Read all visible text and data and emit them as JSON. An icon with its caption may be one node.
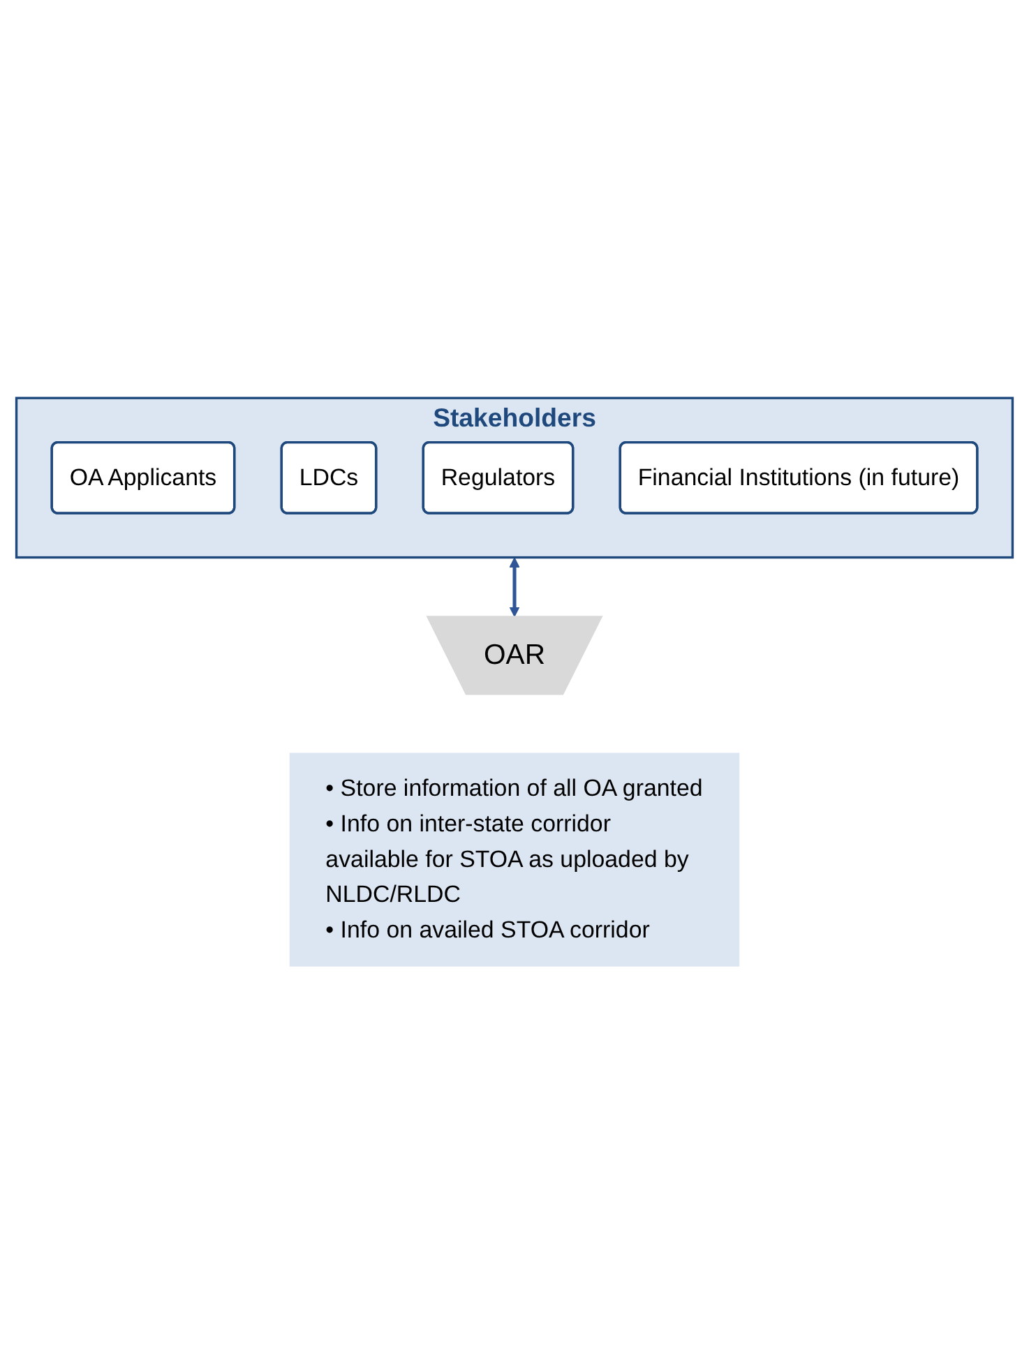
{
  "diagram": {
    "nodes": [
      {
        "text": [
          "Stakeholders"
        ]
      },
      {
        "text": [
          "OA Applicants"
        ],
        "in": 0
      },
      {
        "text": [
          "LDCs"
        ],
        "in": 0
      },
      {
        "text": [
          "Regulators"
        ],
        "in": 0
      },
      {
        "text": [
          "Financial Institutions (in future)"
        ],
        "in": 0
      },
      {
        "text": [
          "OAR"
        ]
      },
      {
        "text": [
          "• Store information of all OA granted",
          "• Info on inter-state corridor available for STOA as uploaded by NLDC/RLDC",
          "• Info on availed STOA corridor"
        ]
      }
    ],
    "edges": [
      {
        "from": 0,
        "to": 5,
        "arrow": "both",
        "color": "#2f5597"
      }
    ]
  }
}
